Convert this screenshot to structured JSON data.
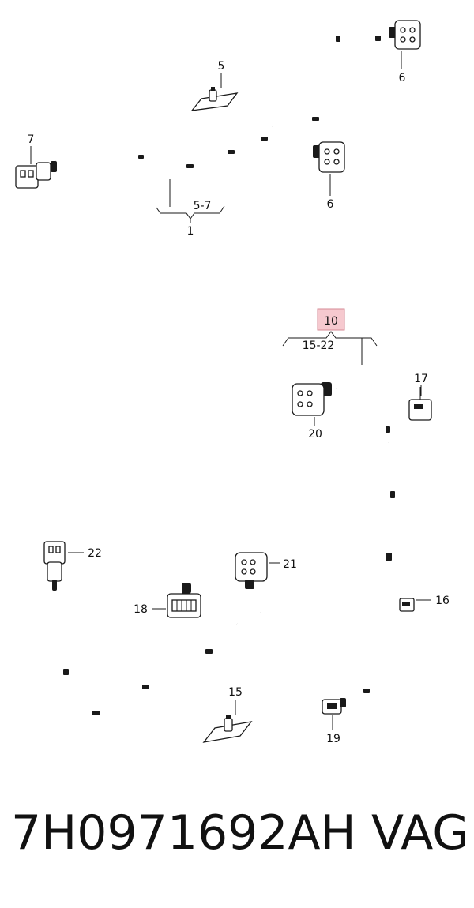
{
  "callouts": {
    "c1": "1",
    "c5_7": "5-7",
    "c5": "5",
    "c6a": "6",
    "c6b": "6",
    "c7": "7",
    "c10": "10",
    "c15_22": "15-22",
    "c15": "15",
    "c16": "16",
    "c17": "17",
    "c18": "18",
    "c19": "19",
    "c20": "20",
    "c21": "21",
    "c22": "22"
  },
  "highlight_color": "#f6c9cf",
  "footer": {
    "part_number": "7H0971692AH",
    "brand": "VAG"
  }
}
